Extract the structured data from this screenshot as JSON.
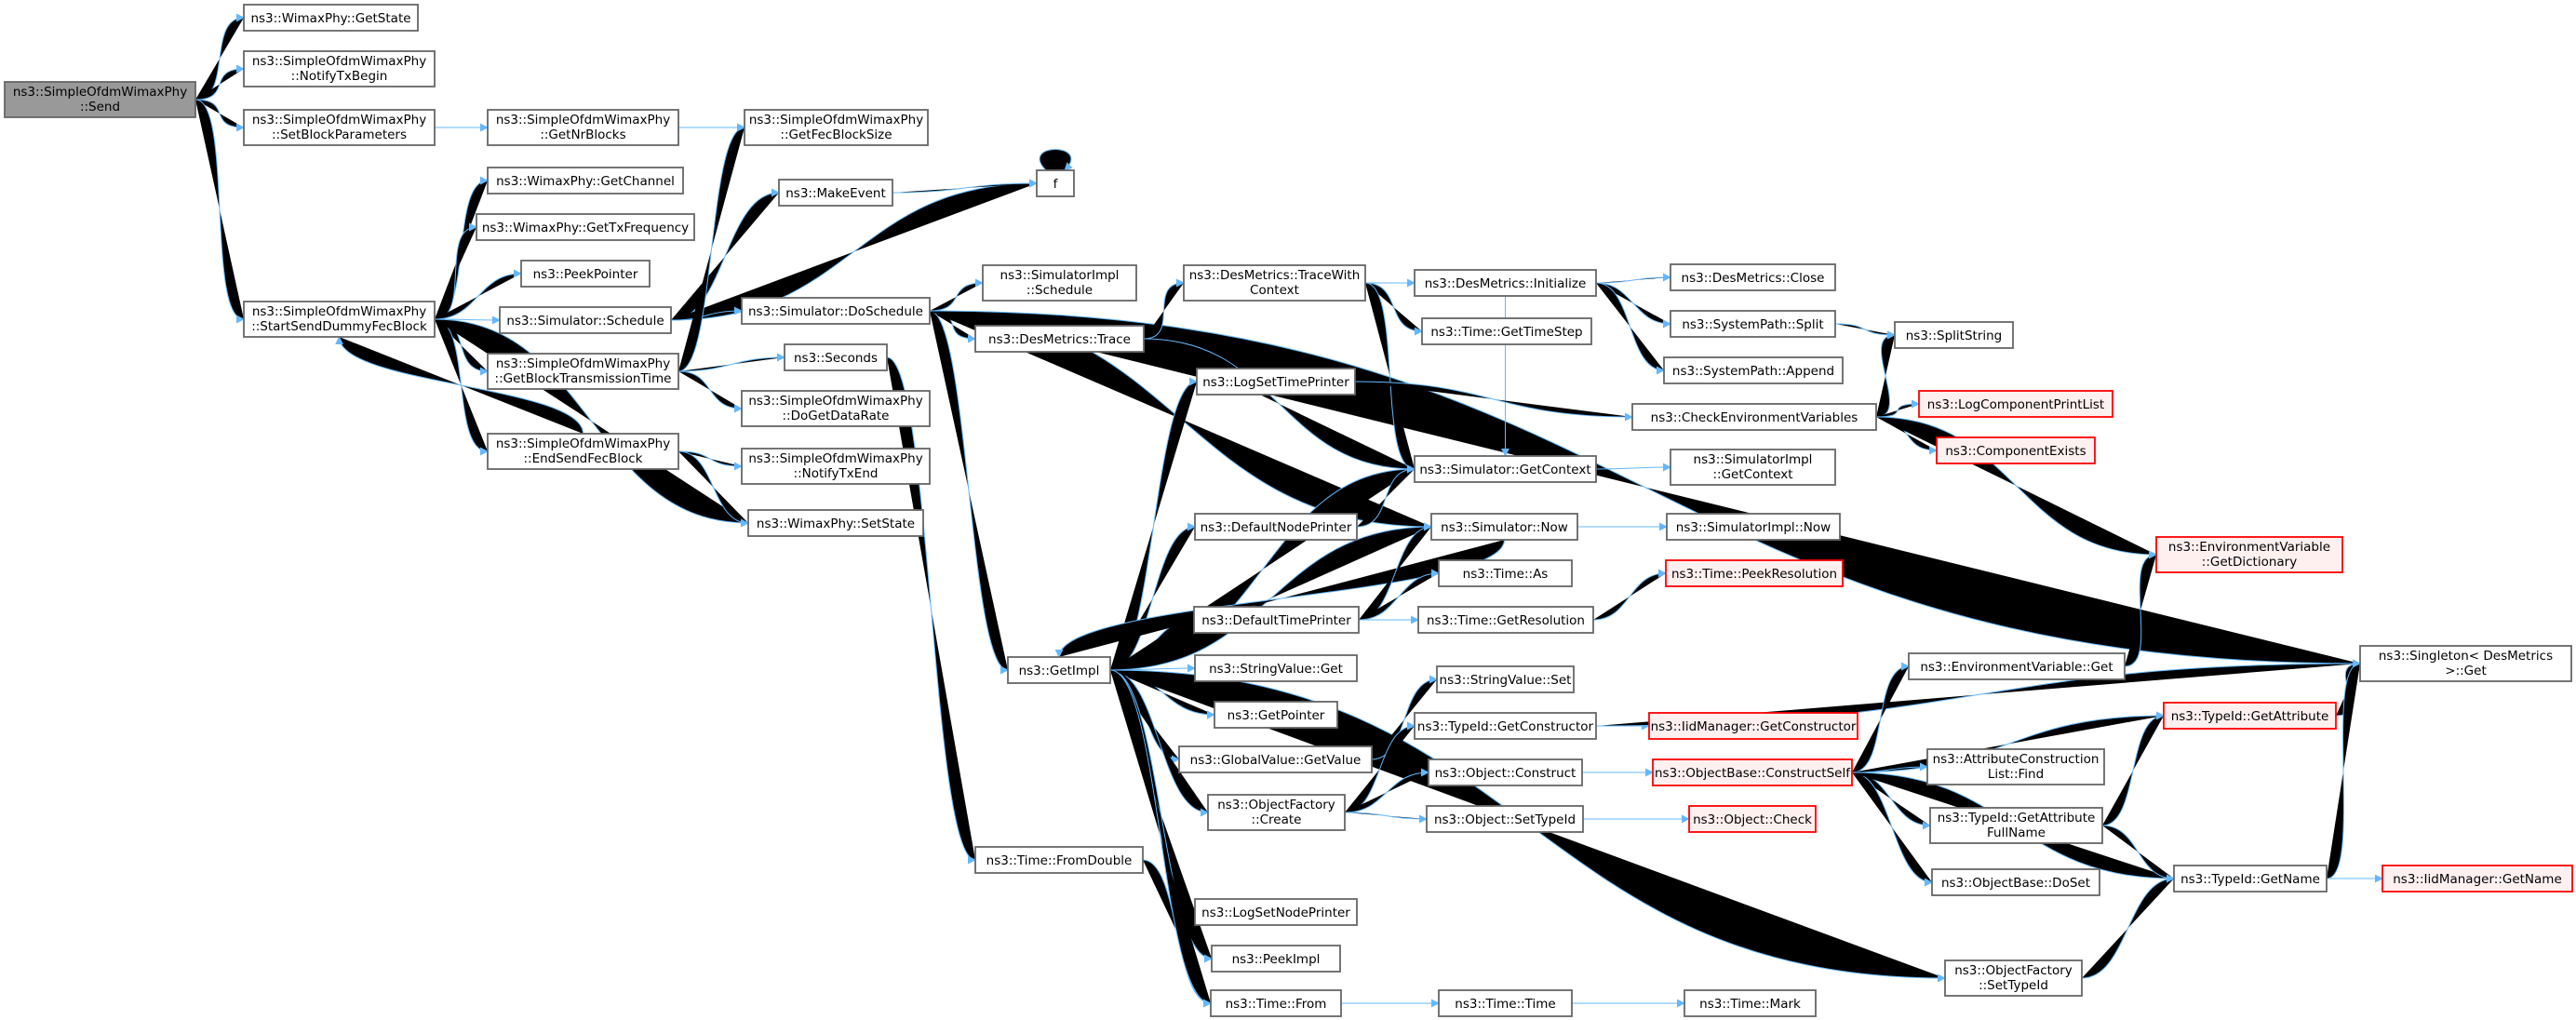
{
  "colors": {
    "edge": "#63b8ff",
    "node_border": "#666666",
    "node_fill": "#ffffff",
    "root_fill": "#999999",
    "truncated_border": "#ff0000",
    "truncated_fill": "#fff0f0"
  },
  "nodes": [
    {
      "id": "send",
      "lines": [
        "ns3::SimpleOfdmWimaxPhy",
        "::Send"
      ],
      "style": "root"
    },
    {
      "id": "getstate",
      "lines": [
        "ns3::WimaxPhy::GetState"
      ],
      "style": "normal"
    },
    {
      "id": "notifytxbegin",
      "lines": [
        "ns3::SimpleOfdmWimaxPhy",
        "::NotifyTxBegin"
      ],
      "style": "normal"
    },
    {
      "id": "setblockparams",
      "lines": [
        "ns3::SimpleOfdmWimaxPhy",
        "::SetBlockParameters"
      ],
      "style": "normal"
    },
    {
      "id": "startsend",
      "lines": [
        "ns3::SimpleOfdmWimaxPhy",
        "::StartSendDummyFecBlock"
      ],
      "style": "normal"
    },
    {
      "id": "getnrblocks",
      "lines": [
        "ns3::SimpleOfdmWimaxPhy",
        "::GetNrBlocks"
      ],
      "style": "normal"
    },
    {
      "id": "getfecblocksize",
      "lines": [
        "ns3::SimpleOfdmWimaxPhy",
        "::GetFecBlockSize"
      ],
      "style": "normal"
    },
    {
      "id": "getchannel",
      "lines": [
        "ns3::WimaxPhy::GetChannel"
      ],
      "style": "normal"
    },
    {
      "id": "gettxfreq",
      "lines": [
        "ns3::WimaxPhy::GetTxFrequency"
      ],
      "style": "normal"
    },
    {
      "id": "peekpointer",
      "lines": [
        "ns3::PeekPointer"
      ],
      "style": "normal"
    },
    {
      "id": "simschedule",
      "lines": [
        "ns3::Simulator::Schedule"
      ],
      "style": "normal"
    },
    {
      "id": "getblocktxtime",
      "lines": [
        "ns3::SimpleOfdmWimaxPhy",
        "::GetBlockTransmissionTime"
      ],
      "style": "normal"
    },
    {
      "id": "endsend",
      "lines": [
        "ns3::SimpleOfdmWimaxPhy",
        "::EndSendFecBlock"
      ],
      "style": "normal"
    },
    {
      "id": "makeevent",
      "lines": [
        "ns3::MakeEvent"
      ],
      "style": "normal"
    },
    {
      "id": "f",
      "lines": [
        "f"
      ],
      "style": "normal"
    },
    {
      "id": "doschedule",
      "lines": [
        "ns3::Simulator::DoSchedule"
      ],
      "style": "normal"
    },
    {
      "id": "seconds",
      "lines": [
        "ns3::Seconds"
      ],
      "style": "normal"
    },
    {
      "id": "dogetdatarate",
      "lines": [
        "ns3::SimpleOfdmWimaxPhy",
        "::DoGetDataRate"
      ],
      "style": "normal"
    },
    {
      "id": "notifytxend",
      "lines": [
        "ns3::SimpleOfdmWimaxPhy",
        "::NotifyTxEnd"
      ],
      "style": "normal"
    },
    {
      "id": "wimaxsetstate",
      "lines": [
        "ns3::WimaxPhy::SetState"
      ],
      "style": "normal"
    },
    {
      "id": "simimplschedule",
      "lines": [
        "ns3::SimulatorImpl",
        "::Schedule"
      ],
      "style": "normal"
    },
    {
      "id": "desmetricstrace",
      "lines": [
        "ns3::DesMetrics::Trace"
      ],
      "style": "normal"
    },
    {
      "id": "getimpl",
      "lines": [
        "ns3::GetImpl"
      ],
      "style": "normal"
    },
    {
      "id": "timefromdouble",
      "lines": [
        "ns3::Time::FromDouble"
      ],
      "style": "normal"
    },
    {
      "id": "tracewithcontext",
      "lines": [
        "ns3::DesMetrics::TraceWith",
        "Context"
      ],
      "style": "normal"
    },
    {
      "id": "desinitialize",
      "lines": [
        "ns3::DesMetrics::Initialize"
      ],
      "style": "normal"
    },
    {
      "id": "desclose",
      "lines": [
        "ns3::DesMetrics::Close"
      ],
      "style": "normal"
    },
    {
      "id": "gettimestep",
      "lines": [
        "ns3::Time::GetTimeStep"
      ],
      "style": "normal"
    },
    {
      "id": "syspathsplit",
      "lines": [
        "ns3::SystemPath::Split"
      ],
      "style": "normal"
    },
    {
      "id": "syspathappend",
      "lines": [
        "ns3::SystemPath::Append"
      ],
      "style": "normal"
    },
    {
      "id": "splitstring",
      "lines": [
        "ns3::SplitString"
      ],
      "style": "normal"
    },
    {
      "id": "logsettimeprinter",
      "lines": [
        "ns3::LogSetTimePrinter"
      ],
      "style": "normal"
    },
    {
      "id": "checkenvvars",
      "lines": [
        "ns3::CheckEnvironmentVariables"
      ],
      "style": "normal"
    },
    {
      "id": "logcompprintlist",
      "lines": [
        "ns3::LogComponentPrintList"
      ],
      "style": "truncated"
    },
    {
      "id": "componentexists",
      "lines": [
        "ns3::ComponentExists"
      ],
      "style": "truncated"
    },
    {
      "id": "simgetcontext",
      "lines": [
        "ns3::Simulator::GetContext"
      ],
      "style": "normal"
    },
    {
      "id": "simimplgetcontext",
      "lines": [
        "ns3::SimulatorImpl",
        "::GetContext"
      ],
      "style": "normal"
    },
    {
      "id": "defaultnodeprinter",
      "lines": [
        "ns3::DefaultNodePrinter"
      ],
      "style": "normal"
    },
    {
      "id": "simnow",
      "lines": [
        "ns3::Simulator::Now"
      ],
      "style": "normal"
    },
    {
      "id": "simimplnow",
      "lines": [
        "ns3::SimulatorImpl::Now"
      ],
      "style": "normal"
    },
    {
      "id": "envgetdict",
      "lines": [
        "ns3::EnvironmentVariable",
        "::GetDictionary"
      ],
      "style": "truncated"
    },
    {
      "id": "timeas",
      "lines": [
        "ns3::Time::As"
      ],
      "style": "normal"
    },
    {
      "id": "timepeekres",
      "lines": [
        "ns3::Time::PeekResolution"
      ],
      "style": "truncated"
    },
    {
      "id": "defaulttimeprinter",
      "lines": [
        "ns3::DefaultTimePrinter"
      ],
      "style": "normal"
    },
    {
      "id": "timegetres",
      "lines": [
        "ns3::Time::GetResolution"
      ],
      "style": "normal"
    },
    {
      "id": "stringvalueget",
      "lines": [
        "ns3::StringValue::Get"
      ],
      "style": "normal"
    },
    {
      "id": "getpointer",
      "lines": [
        "ns3::GetPointer"
      ],
      "style": "normal"
    },
    {
      "id": "stringvalueset",
      "lines": [
        "ns3::StringValue::Set"
      ],
      "style": "normal"
    },
    {
      "id": "globalvaluegetvalue",
      "lines": [
        "ns3::GlobalValue::GetValue"
      ],
      "style": "normal"
    },
    {
      "id": "typeidgetconstructor",
      "lines": [
        "ns3::TypeId::GetConstructor"
      ],
      "style": "normal"
    },
    {
      "id": "iidmgrgetconstructor",
      "lines": [
        "ns3::IidManager::GetConstructor"
      ],
      "style": "truncated"
    },
    {
      "id": "envvarget",
      "lines": [
        "ns3::EnvironmentVariable::Get"
      ],
      "style": "normal"
    },
    {
      "id": "singletonget",
      "lines": [
        "ns3::Singleton< DesMetrics",
        " >::Get"
      ],
      "style": "normal"
    },
    {
      "id": "typeidgetattribute",
      "lines": [
        "ns3::TypeId::GetAttribute"
      ],
      "style": "truncated"
    },
    {
      "id": "objectconstruct",
      "lines": [
        "ns3::Object::Construct"
      ],
      "style": "normal"
    },
    {
      "id": "objbaseconstructself",
      "lines": [
        "ns3::ObjectBase::ConstructSelf"
      ],
      "style": "truncated"
    },
    {
      "id": "attrconstructionlistfind",
      "lines": [
        "ns3::AttributeConstruction",
        "List::Find"
      ],
      "style": "normal"
    },
    {
      "id": "objectfactorycreate",
      "lines": [
        "ns3::ObjectFactory",
        "::Create"
      ],
      "style": "normal"
    },
    {
      "id": "objectsettypeid",
      "lines": [
        "ns3::Object::SetTypeId"
      ],
      "style": "normal"
    },
    {
      "id": "objectcheck",
      "lines": [
        "ns3::Object::Check"
      ],
      "style": "truncated"
    },
    {
      "id": "typeidgetattrfullname",
      "lines": [
        "ns3::TypeId::GetAttribute",
        "FullName"
      ],
      "style": "normal"
    },
    {
      "id": "objbasedoset",
      "lines": [
        "ns3::ObjectBase::DoSet"
      ],
      "style": "normal"
    },
    {
      "id": "typeidgetname",
      "lines": [
        "ns3::TypeId::GetName"
      ],
      "style": "normal"
    },
    {
      "id": "iidmgrgetname",
      "lines": [
        "ns3::IidManager::GetName"
      ],
      "style": "truncated"
    },
    {
      "id": "logsetnodeprinter",
      "lines": [
        "ns3::LogSetNodePrinter"
      ],
      "style": "normal"
    },
    {
      "id": "peekimpl",
      "lines": [
        "ns3::PeekImpl"
      ],
      "style": "normal"
    },
    {
      "id": "objectfactorysettypeid",
      "lines": [
        "ns3::ObjectFactory",
        "::SetTypeId"
      ],
      "style": "normal"
    },
    {
      "id": "timefrom",
      "lines": [
        "ns3::Time::From"
      ],
      "style": "normal"
    },
    {
      "id": "timetime",
      "lines": [
        "ns3::Time::Time"
      ],
      "style": "normal"
    },
    {
      "id": "timemark",
      "lines": [
        "ns3::Time::Mark"
      ],
      "style": "normal"
    }
  ],
  "edges": [
    [
      "send",
      "getstate"
    ],
    [
      "send",
      "notifytxbegin"
    ],
    [
      "send",
      "setblockparams"
    ],
    [
      "send",
      "startsend"
    ],
    [
      "setblockparams",
      "getnrblocks"
    ],
    [
      "setblockparams",
      "getfecblocksize"
    ],
    [
      "getnrblocks",
      "getfecblocksize"
    ],
    [
      "startsend",
      "getchannel"
    ],
    [
      "startsend",
      "gettxfreq"
    ],
    [
      "startsend",
      "peekpointer"
    ],
    [
      "startsend",
      "simschedule"
    ],
    [
      "startsend",
      "getblocktxtime"
    ],
    [
      "startsend",
      "endsend"
    ],
    [
      "startsend",
      "wimaxsetstate"
    ],
    [
      "simschedule",
      "makeevent"
    ],
    [
      "simschedule",
      "f"
    ],
    [
      "simschedule",
      "doschedule"
    ],
    [
      "getblocktxtime",
      "getfecblocksize"
    ],
    [
      "getblocktxtime",
      "seconds"
    ],
    [
      "getblocktxtime",
      "dogetdatarate"
    ],
    [
      "endsend",
      "startsend"
    ],
    [
      "endsend",
      "notifytxend"
    ],
    [
      "endsend",
      "wimaxsetstate"
    ],
    [
      "makeevent",
      "f"
    ],
    [
      "f",
      "f"
    ],
    [
      "doschedule",
      "simimplschedule"
    ],
    [
      "doschedule",
      "desmetricstrace"
    ],
    [
      "doschedule",
      "getimpl"
    ],
    [
      "doschedule",
      "simnow"
    ],
    [
      "doschedule",
      "singletonget"
    ],
    [
      "seconds",
      "timefromdouble"
    ],
    [
      "desmetricstrace",
      "tracewithcontext"
    ],
    [
      "desmetricstrace",
      "simgetcontext"
    ],
    [
      "tracewithcontext",
      "desinitialize"
    ],
    [
      "tracewithcontext",
      "gettimestep"
    ],
    [
      "tracewithcontext",
      "simgetcontext"
    ],
    [
      "desinitialize",
      "desclose"
    ],
    [
      "desinitialize",
      "syspathsplit"
    ],
    [
      "desinitialize",
      "syspathappend"
    ],
    [
      "desinitialize",
      "simgetcontext"
    ],
    [
      "syspathsplit",
      "splitstring"
    ],
    [
      "getimpl",
      "logsettimeprinter"
    ],
    [
      "getimpl",
      "defaultnodeprinter"
    ],
    [
      "getimpl",
      "defaulttimeprinter"
    ],
    [
      "getimpl",
      "stringvalueget"
    ],
    [
      "getimpl",
      "getpointer"
    ],
    [
      "getimpl",
      "globalvaluegetvalue"
    ],
    [
      "getimpl",
      "objectfactorycreate"
    ],
    [
      "getimpl",
      "logsetnodeprinter"
    ],
    [
      "getimpl",
      "peekimpl"
    ],
    [
      "getimpl",
      "objectfactorysettypeid"
    ],
    [
      "getimpl",
      "simgetcontext"
    ],
    [
      "getimpl",
      "simnow"
    ],
    [
      "logsettimeprinter",
      "checkenvvars"
    ],
    [
      "checkenvvars",
      "splitstring"
    ],
    [
      "checkenvvars",
      "logcompprintlist"
    ],
    [
      "checkenvvars",
      "componentexists"
    ],
    [
      "checkenvvars",
      "envgetdict"
    ],
    [
      "simgetcontext",
      "simimplgetcontext"
    ],
    [
      "defaultnodeprinter",
      "simgetcontext"
    ],
    [
      "simnow",
      "simimplnow"
    ],
    [
      "simnow",
      "getimpl"
    ],
    [
      "defaulttimeprinter",
      "simnow"
    ],
    [
      "defaulttimeprinter",
      "timeas"
    ],
    [
      "defaulttimeprinter",
      "timegetres"
    ],
    [
      "timegetres",
      "timepeekres"
    ],
    [
      "globalvaluegetvalue",
      "stringvalueset"
    ],
    [
      "objectfactorycreate",
      "typeidgetconstructor"
    ],
    [
      "objectfactorycreate",
      "objectconstruct"
    ],
    [
      "objectfactorycreate",
      "objectsettypeid"
    ],
    [
      "typeidgetconstructor",
      "iidmgrgetconstructor"
    ],
    [
      "typeidgetconstructor",
      "singletonget"
    ],
    [
      "objectconstruct",
      "objbaseconstructself"
    ],
    [
      "objectsettypeid",
      "objectcheck"
    ],
    [
      "objbaseconstructself",
      "envvarget"
    ],
    [
      "objbaseconstructself",
      "typeidgetattribute"
    ],
    [
      "objbaseconstructself",
      "attrconstructionlistfind"
    ],
    [
      "objbaseconstructself",
      "typeidgetattrfullname"
    ],
    [
      "objbaseconstructself",
      "objbasedoset"
    ],
    [
      "objbaseconstructself",
      "typeidgetname"
    ],
    [
      "envvarget",
      "envgetdict"
    ],
    [
      "typeidgetattribute",
      "singletonget"
    ],
    [
      "typeidgetattrfullname",
      "typeidgetattribute"
    ],
    [
      "typeidgetattrfullname",
      "typeidgetname"
    ],
    [
      "typeidgetname",
      "iidmgrgetname"
    ],
    [
      "typeidgetname",
      "singletonget"
    ],
    [
      "objectfactorysettypeid",
      "typeidgetname"
    ],
    [
      "timefromdouble",
      "timefrom"
    ],
    [
      "getimpl",
      "timefrom"
    ],
    [
      "timefrom",
      "timetime"
    ],
    [
      "timetime",
      "timemark"
    ]
  ]
}
